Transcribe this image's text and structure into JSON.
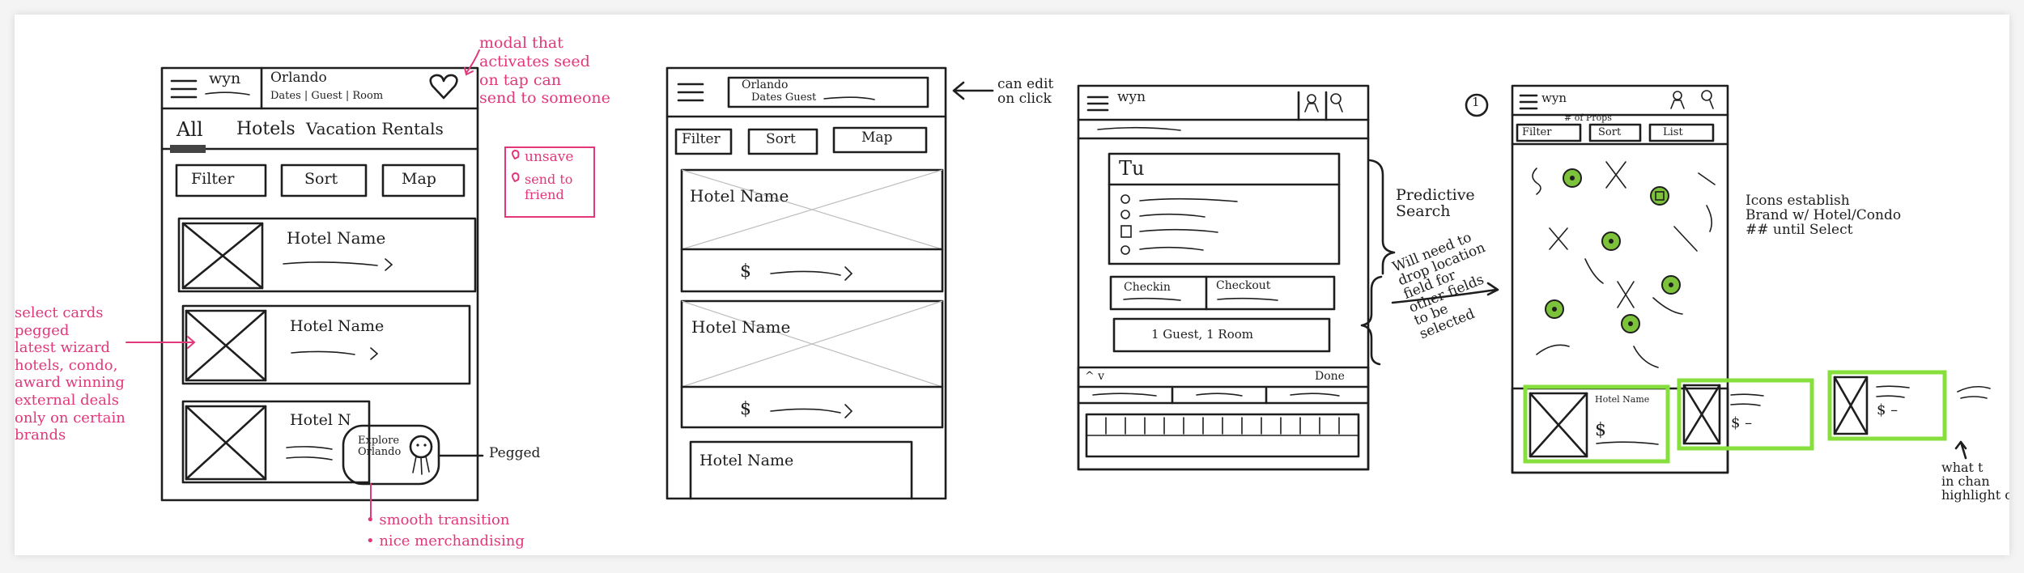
{
  "screen1": {
    "logo": "wyn",
    "location": "Orlando",
    "dates_guests": "Dates | Guest | Room",
    "tabs": [
      "All",
      "Hotels",
      "Vacation Rentals"
    ],
    "filter": "Filter",
    "sort": "Sort",
    "map": "Map",
    "cards": [
      {
        "name": "Hotel Name"
      },
      {
        "name": "Hotel Name"
      },
      {
        "name": "Hotel N"
      }
    ],
    "bubble": "Explore\nOrlando",
    "bubble_label": "Pegged"
  },
  "screen2": {
    "location": "Orlando",
    "dates_guests": "Dates Guest",
    "filter": "Filter",
    "sort": "Sort",
    "map": "Map",
    "cards": [
      {
        "name": "Hotel Name",
        "price": "$"
      },
      {
        "name": "Hotel Name",
        "price": "$"
      },
      {
        "name": "Hotel Name"
      }
    ],
    "note": "can edit\non click"
  },
  "screen3": {
    "logo": "wyn",
    "search_value": "Tu",
    "checkin": "Checkin",
    "checkout": "Checkout",
    "guests": "1  Guest, 1 Room",
    "done": "Done",
    "nav_arrows": "^ v",
    "note_predictive": "Predictive\nSearch",
    "note_dropdown": "Will need to\ndrop location\nfield for\nother fields\nto be\nselected"
  },
  "screen4": {
    "marker": "1",
    "logo": "wyn",
    "props_count": "# of Props",
    "filter": "Filter",
    "sort": "Sort",
    "list": "List",
    "card_name": "Hotel Name",
    "card_price": "$",
    "price_small": "$ –",
    "note_icons": "Icons establish\nBrand w/ Hotel/Condo\n## until Select",
    "note_cutoff": "what t\nin chan\nhighlight o"
  },
  "pink_notes": {
    "modal": "modal that\nactivates seed\non tap can\nsend to someone",
    "unsave": "unsave",
    "send": "send to\nfriend",
    "select_cards": "select cards\npegged\nlatest wizard\nhotels, condo,\naward winning\nexternal deals\nonly on certain\nbrands",
    "smooth": "• smooth transition",
    "merch": "• nice merchandising"
  },
  "colors": {
    "ink": "#1e1e1e",
    "pink": "#e0387a",
    "green": "#86df3b"
  }
}
